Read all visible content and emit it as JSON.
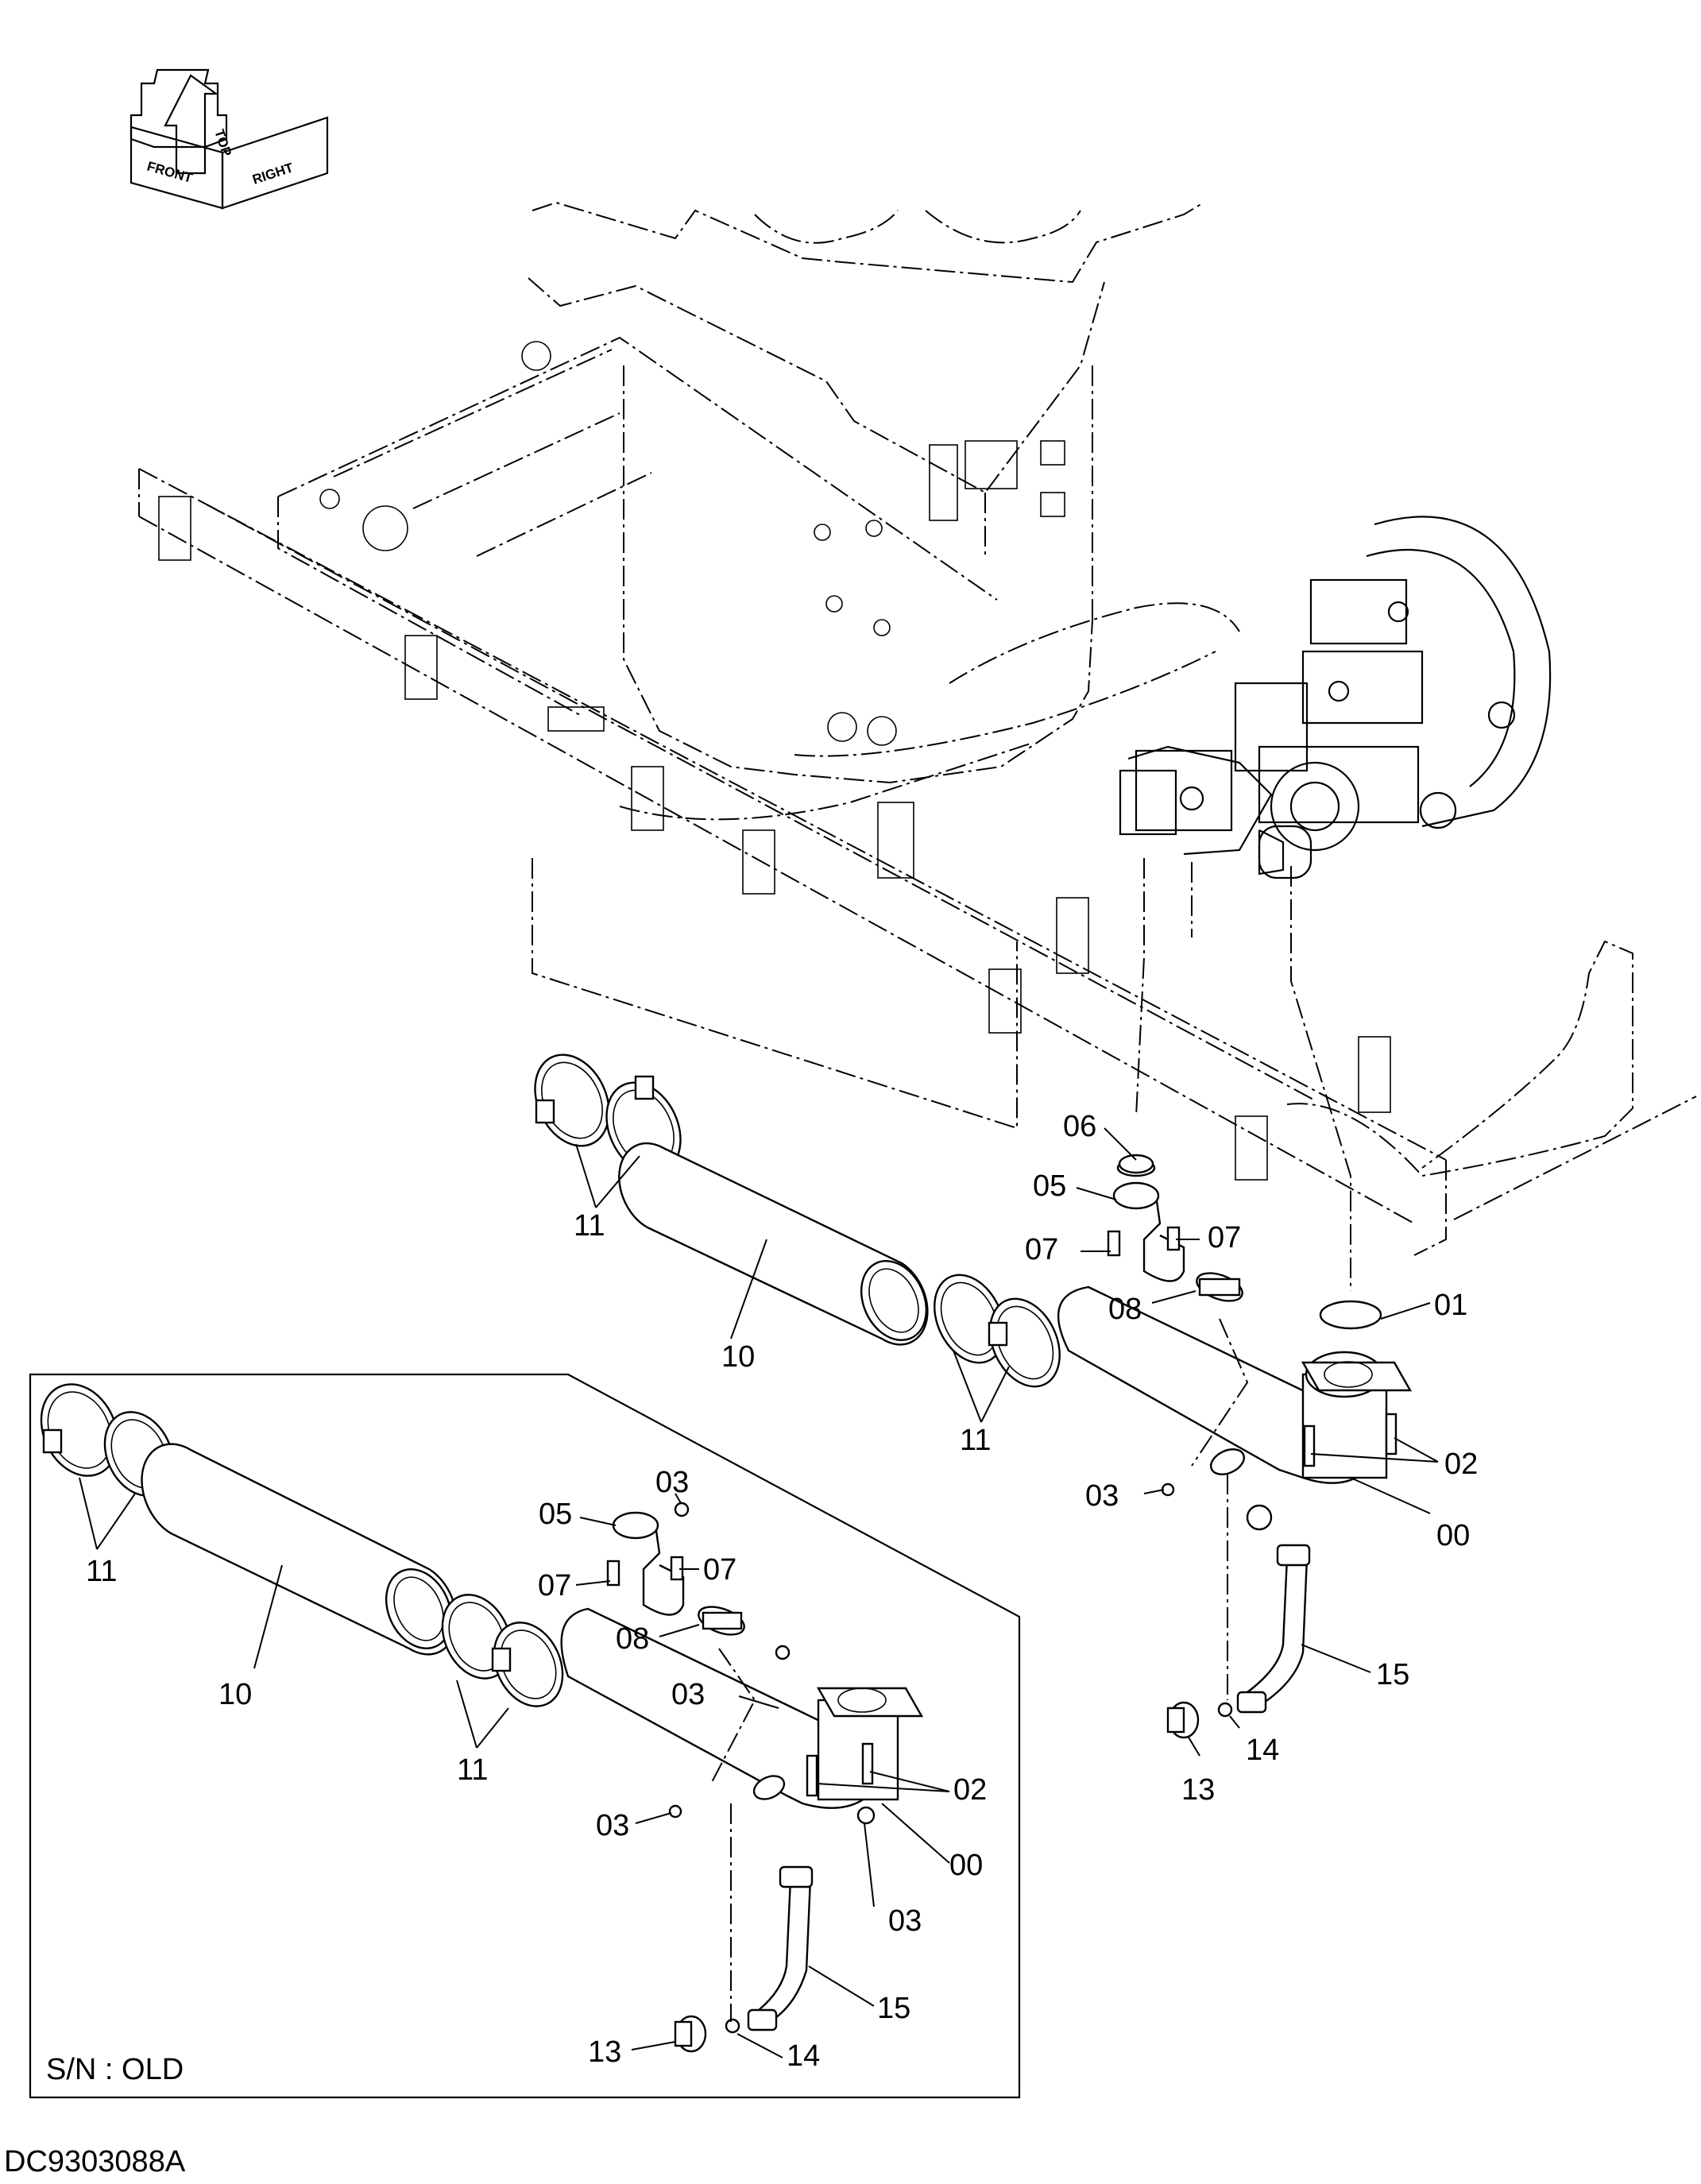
{
  "orientation": {
    "top": "TOP",
    "front": "FRONT",
    "right": "RIGHT"
  },
  "callouts": {
    "main": [
      {
        "id": "m-06",
        "label": "06"
      },
      {
        "id": "m-05",
        "label": "05"
      },
      {
        "id": "m-07a",
        "label": "07"
      },
      {
        "id": "m-07b",
        "label": "07"
      },
      {
        "id": "m-08",
        "label": "08"
      },
      {
        "id": "m-01",
        "label": "01"
      },
      {
        "id": "m-11a",
        "label": "11"
      },
      {
        "id": "m-10",
        "label": "10"
      },
      {
        "id": "m-11b",
        "label": "11"
      },
      {
        "id": "m-02",
        "label": "02"
      },
      {
        "id": "m-03",
        "label": "03"
      },
      {
        "id": "m-00",
        "label": "00"
      },
      {
        "id": "m-15",
        "label": "15"
      },
      {
        "id": "m-14",
        "label": "14"
      },
      {
        "id": "m-13",
        "label": "13"
      }
    ],
    "inset": [
      {
        "id": "i-11a",
        "label": "11"
      },
      {
        "id": "i-10",
        "label": "10"
      },
      {
        "id": "i-11b",
        "label": "11"
      },
      {
        "id": "i-03a",
        "label": "03"
      },
      {
        "id": "i-05",
        "label": "05"
      },
      {
        "id": "i-07a",
        "label": "07"
      },
      {
        "id": "i-07b",
        "label": "07"
      },
      {
        "id": "i-08",
        "label": "08"
      },
      {
        "id": "i-03b",
        "label": "03"
      },
      {
        "id": "i-02",
        "label": "02"
      },
      {
        "id": "i-03c",
        "label": "03"
      },
      {
        "id": "i-00",
        "label": "00"
      },
      {
        "id": "i-03d",
        "label": "03"
      },
      {
        "id": "i-15",
        "label": "15"
      },
      {
        "id": "i-13",
        "label": "13"
      },
      {
        "id": "i-14",
        "label": "14"
      }
    ]
  },
  "inset_caption": "S/N : OLD",
  "drawing_number": "DC9303088A"
}
